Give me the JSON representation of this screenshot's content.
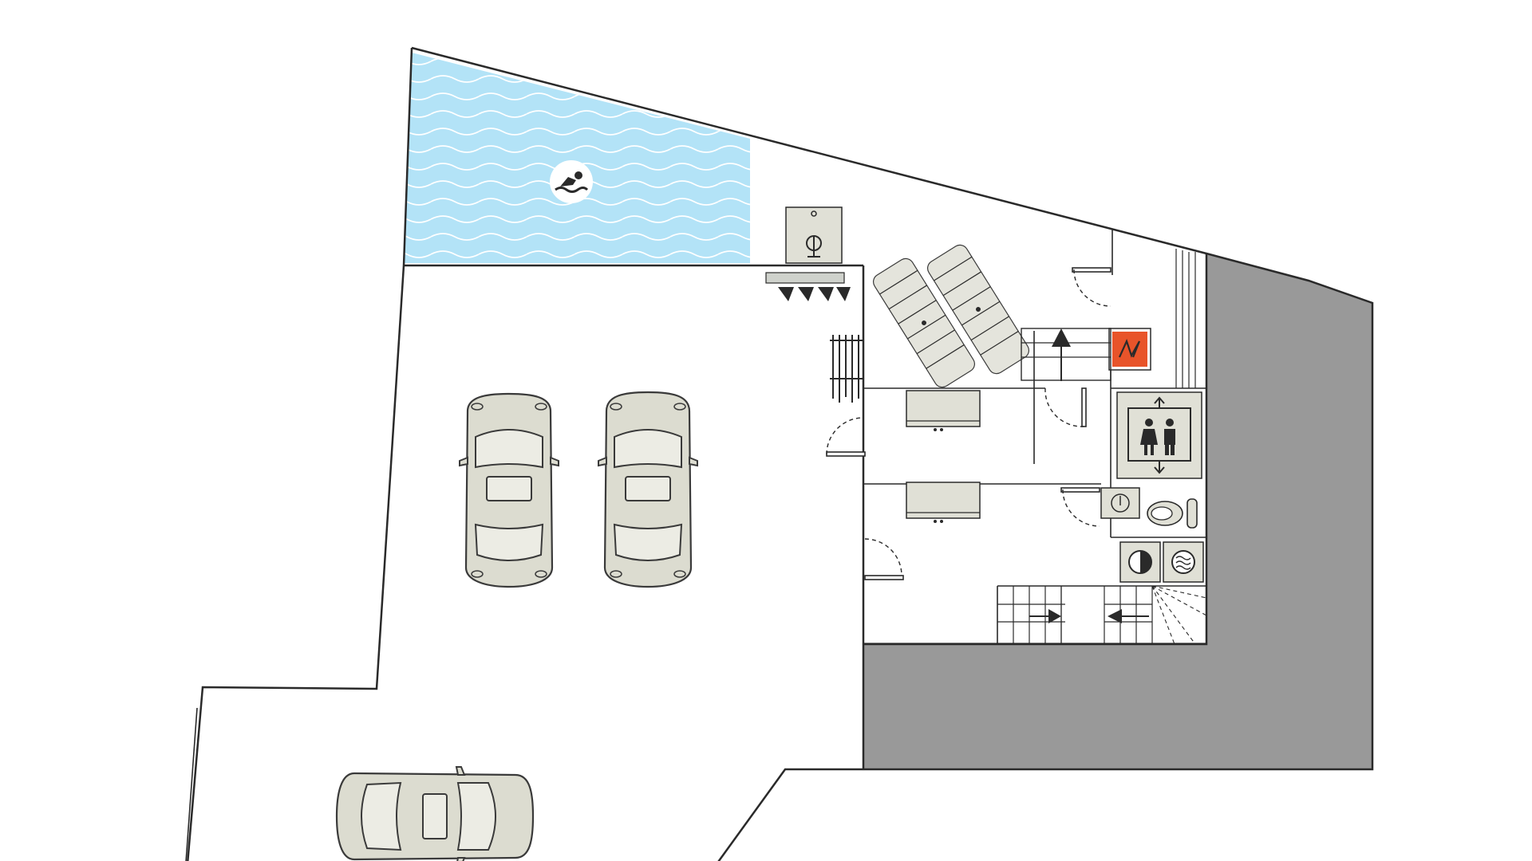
{
  "plan": {
    "background": "#ffffff",
    "colors": {
      "wall": "#2a2a2a",
      "pool_water": "#b3e3f7",
      "pool_wave": "#ffffff",
      "shaded_area": "#999999",
      "car_fill": "#dcdcd0",
      "furniture_fill": "#e0e0d6",
      "electrical_panel": "#e8542a",
      "icon_dark": "#2a2a2a"
    },
    "rooms": [
      "pool",
      "garage",
      "hallway",
      "storage",
      "bathroom",
      "laundry",
      "stairs",
      "elevator",
      "neighbouring-building"
    ],
    "features": {
      "cars": 3,
      "sun_loungers": 2,
      "beds": 2,
      "doors": 6,
      "stair_flights": 2
    },
    "icons": [
      "swimmer-icon",
      "outdoor-shower-icon",
      "ski-rack-icon",
      "ski-boot-dryer-icon",
      "electrical-panel-icon",
      "elevator-icon",
      "sink-icon",
      "toilet-icon",
      "dryer-icon",
      "washing-machine-icon",
      "stair-arrow-icon"
    ]
  }
}
